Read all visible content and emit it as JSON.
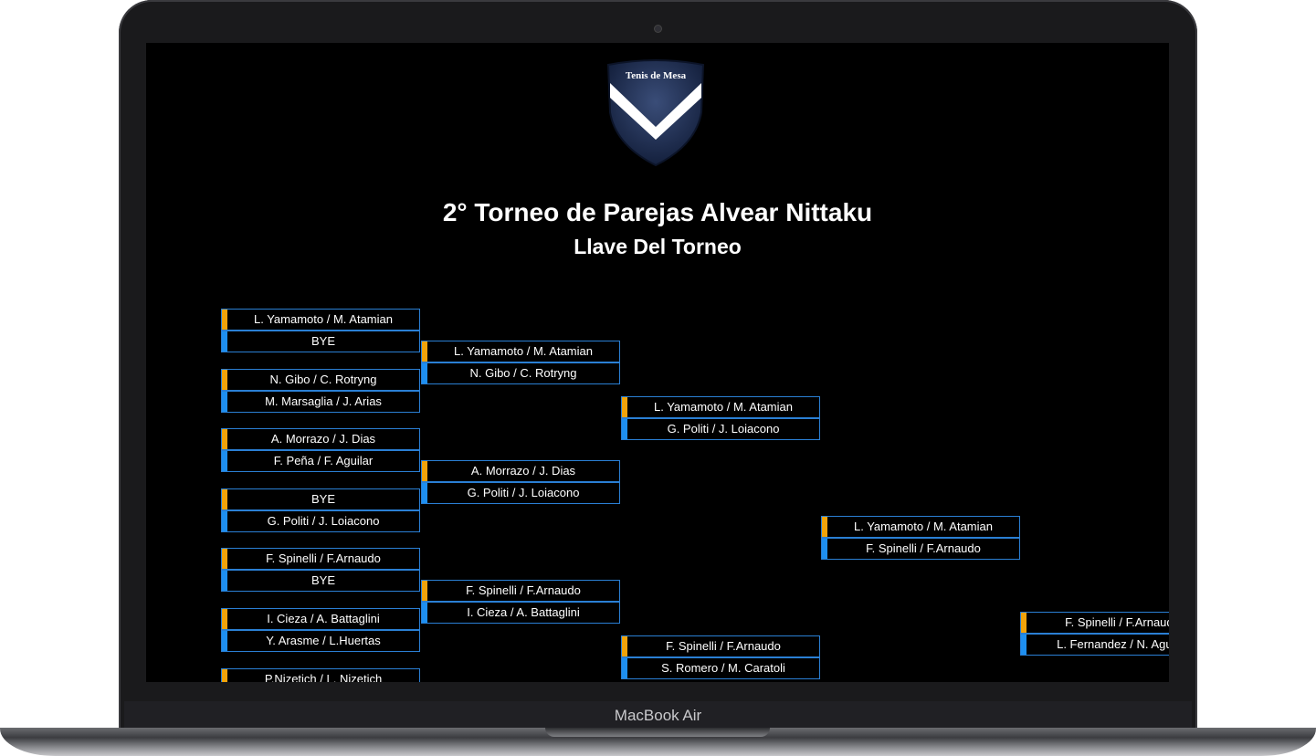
{
  "device": {
    "label": "MacBook Air"
  },
  "logo": {
    "text": "Tenis de Mesa"
  },
  "page": {
    "title": "2° Torneo de Parejas Alvear Nittaku",
    "subtitle": "Llave Del Torneo"
  },
  "colors": {
    "slot_border": "#2a7fd4",
    "seed_top_marker": "#f0a30a",
    "seed_bottom_marker": "#1e8ff0",
    "background": "#000000"
  },
  "bracket": {
    "round1": [
      {
        "top": "L. Yamamoto / M. Atamian",
        "bottom": "BYE"
      },
      {
        "top": "N. Gibo / C. Rotryng",
        "bottom": "M. Marsaglia / J. Arias"
      },
      {
        "top": "A. Morrazo / J. Dias",
        "bottom": "F. Peña / F. Aguilar"
      },
      {
        "top": "BYE",
        "bottom": "G. Politi / J. Loiacono"
      },
      {
        "top": "F. Spinelli / F.Arnaudo",
        "bottom": "BYE"
      },
      {
        "top": "I. Cieza / A. Battaglini",
        "bottom": "Y. Arasme / L.Huertas"
      },
      {
        "top": "P.Nizetich / L. Nizetich",
        "bottom": ""
      }
    ],
    "round2": [
      {
        "top": "L. Yamamoto / M. Atamian",
        "bottom": "N. Gibo / C. Rotryng"
      },
      {
        "top": "A. Morrazo / J. Dias",
        "bottom": "G. Politi / J. Loiacono"
      },
      {
        "top": "F. Spinelli / F.Arnaudo",
        "bottom": "I. Cieza / A. Battaglini"
      }
    ],
    "round3": [
      {
        "top": "L. Yamamoto / M. Atamian",
        "bottom": "G. Politi / J. Loiacono"
      },
      {
        "top": "F. Spinelli / F.Arnaudo",
        "bottom": "S. Romero / M. Caratoli"
      }
    ],
    "round4": [
      {
        "top": "L. Yamamoto / M. Atamian",
        "bottom": "F. Spinelli / F.Arnaudo"
      }
    ],
    "round5": [
      {
        "top": "F. Spinelli / F.Arnaudo",
        "bottom": "L. Fernandez / N. Aguilar"
      }
    ]
  }
}
